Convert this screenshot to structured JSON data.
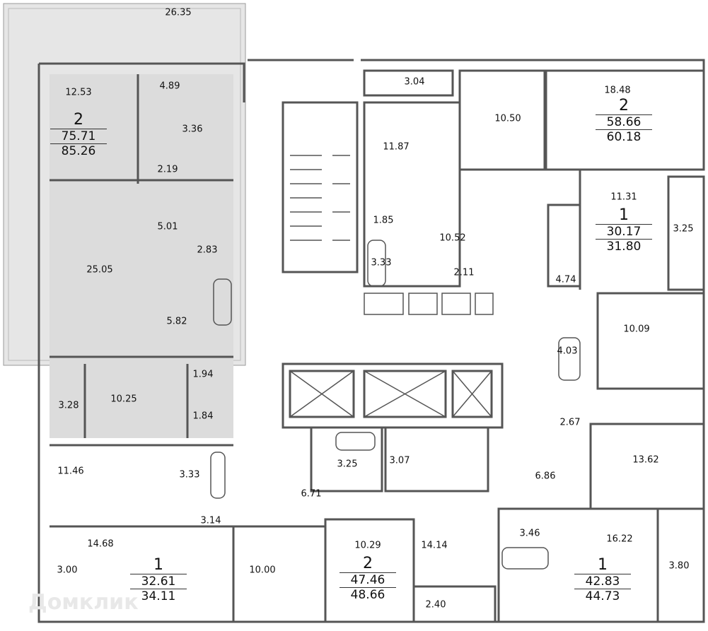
{
  "rooms": [
    "26.35",
    "12.53",
    "4.89",
    "3.36",
    "2.19",
    "5.01",
    "2.83",
    "25.05",
    "5.82",
    "1.94",
    "10.25",
    "3.28",
    "1.84",
    "11.46",
    "3.33",
    "3.14",
    "14.68",
    "3.00",
    "10.00",
    "10.29",
    "14.14",
    "2.40",
    "6.71",
    "3.25",
    "3.07",
    "3.04",
    "11.87",
    "1.85",
    "3.33",
    "10.52",
    "2.11",
    "10.50",
    "18.48",
    "11.31",
    "3.25",
    "4.74",
    "10.09",
    "4.03",
    "2.67",
    "13.62",
    "6.86",
    "3.46",
    "16.22",
    "3.80"
  ],
  "apartments": [
    {
      "rooms": "2",
      "living": "75.71",
      "total": "85.26"
    },
    {
      "rooms": "2",
      "living": "58.66",
      "total": "60.18"
    },
    {
      "rooms": "1",
      "living": "30.17",
      "total": "31.80"
    },
    {
      "rooms": "1",
      "living": "32.61",
      "total": "34.11"
    },
    {
      "rooms": "2",
      "living": "47.46",
      "total": "48.66"
    },
    {
      "rooms": "1",
      "living": "42.83",
      "total": "44.73"
    }
  ],
  "watermark": "Домклик",
  "colors": {
    "selected_apartment": "#dcdcdc",
    "wall": "#555555"
  }
}
